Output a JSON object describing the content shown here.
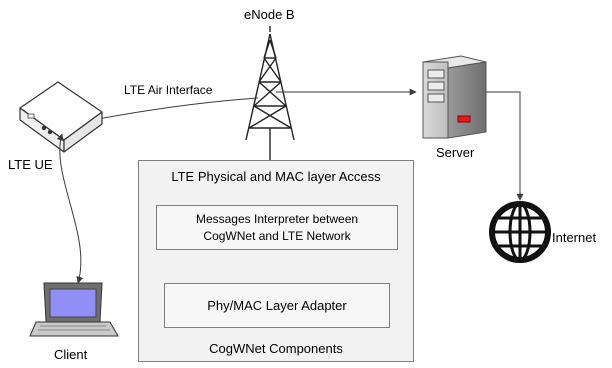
{
  "labels": {
    "enodeb": "eNode B",
    "air_interface": "LTE Air Interface",
    "server": "Server",
    "lte_ue": "LTE UE",
    "internet": "Internet",
    "client": "Client"
  },
  "cogwnet": {
    "outer_title": "LTE Physical and MAC layer Access",
    "interpreter_line1": "Messages Interpreter between",
    "interpreter_line2": "CogWNet and LTE Network",
    "adapter": "Phy/MAC Layer Adapter",
    "footer": "CogWNet Components"
  },
  "colors": {
    "server_led": "#e41a1c",
    "screen": "#8f8ff5",
    "line": "#3a3a3a"
  }
}
